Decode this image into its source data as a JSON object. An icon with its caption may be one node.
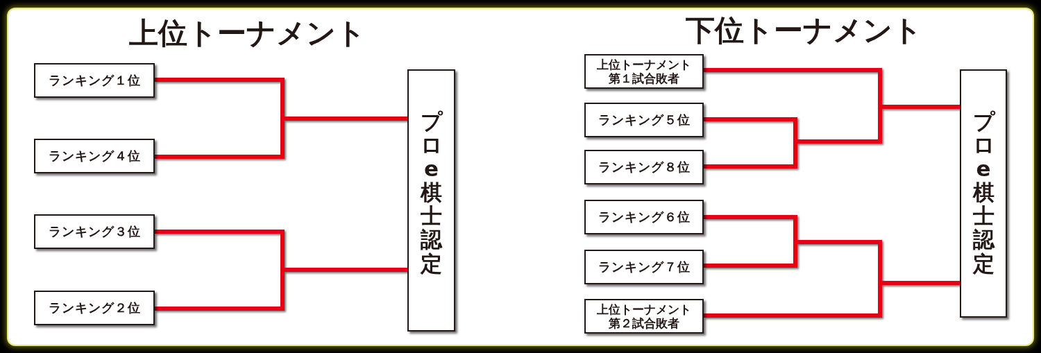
{
  "diagram": {
    "nodes": [
      {
        "text": [
          "ランキング１位"
        ]
      },
      {
        "text": [
          "ランキング４位"
        ]
      },
      {
        "text": [
          "ランキング３位"
        ]
      },
      {
        "text": [
          "ランキング２位"
        ]
      },
      {
        "text": [
          "プロe棋士認定"
        ]
      },
      {
        "text": [
          "上位トーナメント第１試合敗者"
        ]
      },
      {
        "text": [
          "ランキング５位"
        ]
      },
      {
        "text": [
          "ランキング８位"
        ]
      },
      {
        "text": [
          "ランキング６位"
        ]
      },
      {
        "text": [
          "ランキング７位"
        ]
      },
      {
        "text": [
          "上位トーナメント第２試合敗者"
        ]
      },
      {
        "text": [
          "プロe棋士認定"
        ]
      }
    ],
    "edges": [
      {
        "from": 0,
        "to": 4,
        "arrow": "none"
      },
      {
        "from": 1,
        "to": 4,
        "arrow": "none"
      },
      {
        "from": 2,
        "to": 4,
        "arrow": "none"
      },
      {
        "from": 3,
        "to": 4,
        "arrow": "none"
      },
      {
        "from": 5,
        "to": 11,
        "arrow": "none"
      },
      {
        "from": 6,
        "to": 11,
        "arrow": "none"
      },
      {
        "from": 7,
        "to": 11,
        "arrow": "none"
      },
      {
        "from": 8,
        "to": 11,
        "arrow": "none"
      },
      {
        "from": 9,
        "to": 11,
        "arrow": "none"
      },
      {
        "from": 10,
        "to": 11,
        "arrow": "none"
      }
    ],
    "labels": [
      "上位トーナメント",
      "下位トーナメント"
    ]
  }
}
